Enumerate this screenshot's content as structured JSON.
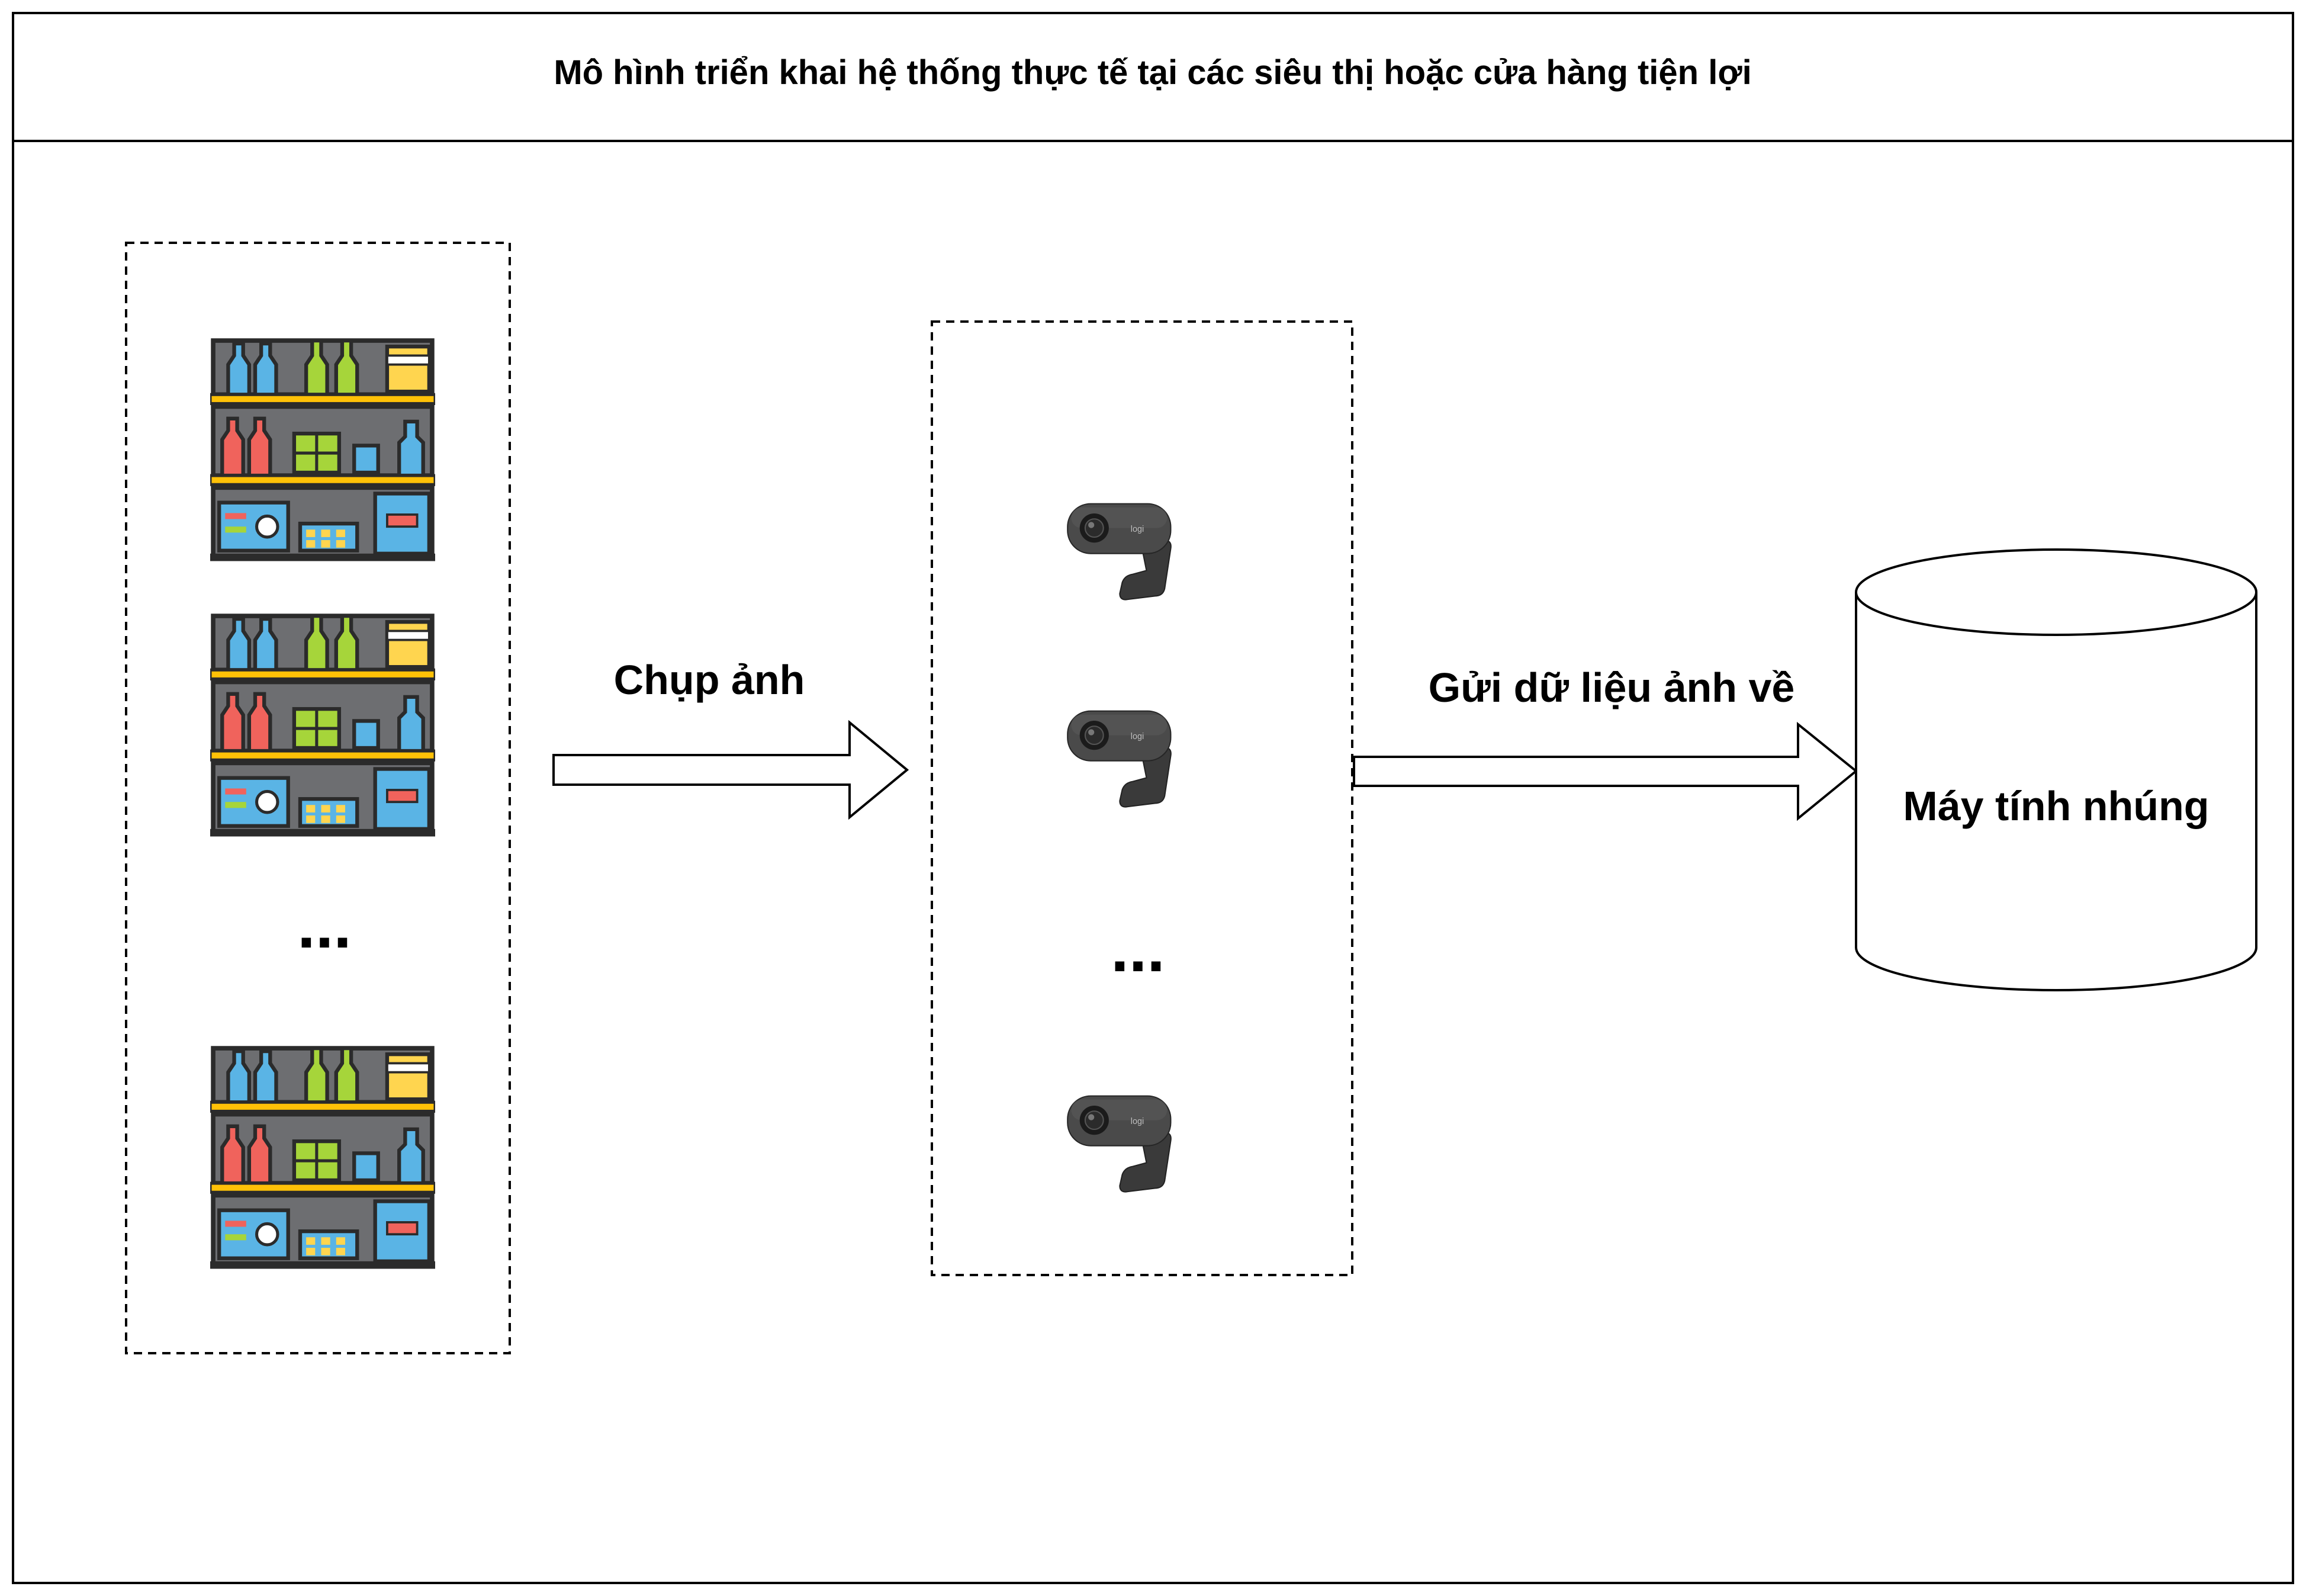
{
  "diagram": {
    "title": "Mô hình triển khai hệ thống thực tế tại các siêu thị hoặc cửa hàng tiện lợi",
    "shelves_group": {
      "items": [
        "shelf-icon",
        "shelf-icon",
        "shelf-icon"
      ],
      "ellipsis": "..."
    },
    "arrow_capture": {
      "label": "Chụp ảnh"
    },
    "cameras_group": {
      "items": [
        "webcam-icon",
        "webcam-icon",
        "webcam-icon"
      ],
      "ellipsis": "..."
    },
    "arrow_send": {
      "label": "Gửi dữ liệu ảnh về"
    },
    "computer": {
      "label": "Máy tính nhúng"
    }
  },
  "colors": {
    "shelf_frame": "#6d6e71",
    "shelf_dark": "#2b2b2b",
    "shelf_board": "#ffc107",
    "blue": "#5ab4e5",
    "green": "#a6d53a",
    "red": "#f0635c",
    "yellow": "#ffd54f",
    "camera_body": "#4a4a4a"
  }
}
